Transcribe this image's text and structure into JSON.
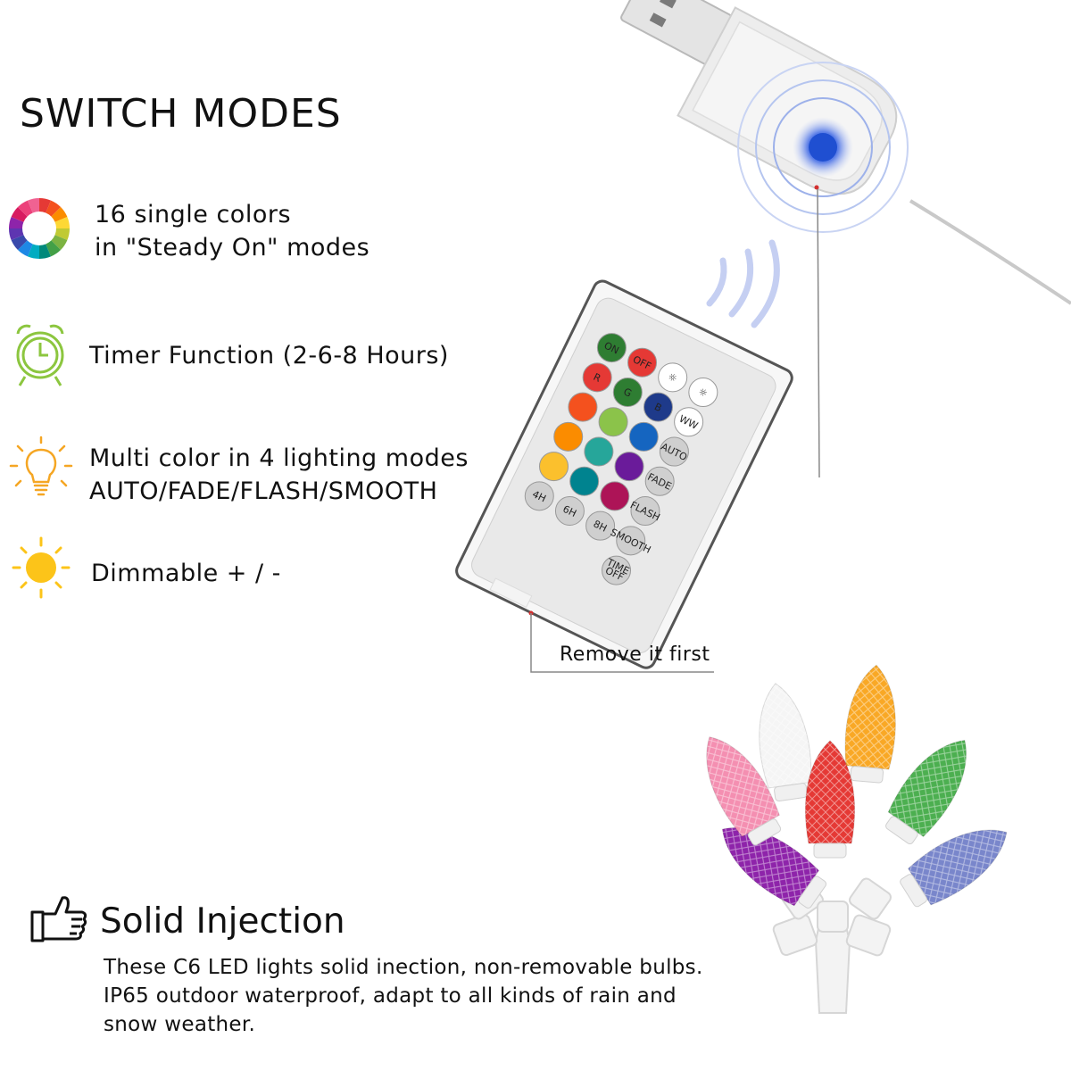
{
  "title": "SWITCH MODES",
  "features": [
    {
      "icon": "color-wheel-icon",
      "line1": "16 single colors",
      "line2": "in \"Steady On\" modes"
    },
    {
      "icon": "alarm-clock-icon",
      "line1": "Timer Function (2-6-8 Hours)"
    },
    {
      "icon": "light-bulb-icon",
      "line1": "Multi color in 4 lighting modes",
      "line2": "AUTO/FADE/FLASH/SMOOTH"
    },
    {
      "icon": "sun-icon",
      "line1": "Dimmable + / -"
    }
  ],
  "remote": {
    "buttons": {
      "on": "ON",
      "off": "OFF",
      "r": "R",
      "g": "G",
      "b": "B",
      "ww": "WW",
      "auto": "AUTO",
      "fade": "FADE",
      "flash": "FLASH",
      "smooth": "SMOOTH",
      "h4": "4H",
      "h6": "6H",
      "h8": "8H",
      "time_off_1": "TIME",
      "time_off_2": "OFF"
    },
    "remove_label": "Remove it first"
  },
  "solid": {
    "title": "Solid Injection",
    "body_lines": [
      "These C6 LED lights solid inection, non-removable bulbs.",
      "IP65 outdoor waterproof, adapt to all kinds of rain and",
      "snow weather."
    ]
  },
  "colors": {
    "red": "#e53935",
    "green": "#2e7d32",
    "blue": "#1e3a8a",
    "accent_blue": "#2a5bd7"
  }
}
